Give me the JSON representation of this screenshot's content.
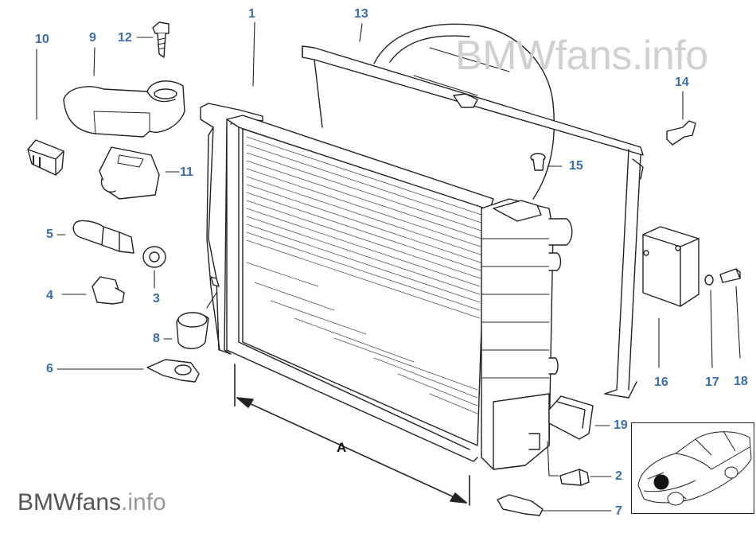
{
  "watermark_top": "BMWfans.info",
  "watermark_bottom": {
    "prefix": "BMWfans",
    "suffix": ".info"
  },
  "dimension_label": "A",
  "callouts": {
    "c1": "1",
    "c2": "2",
    "c3": "3",
    "c4": "4",
    "c5": "5",
    "c6": "6",
    "c7": "7",
    "c8": "8",
    "c9": "9",
    "c10": "10",
    "c11": "11",
    "c12": "12",
    "c13": "13",
    "c14": "14",
    "c15": "15",
    "c16": "16",
    "c17": "17",
    "c18": "18",
    "c19": "19"
  },
  "colors": {
    "callout": "#3a6ea8",
    "line": "#222222",
    "watermark": "#d0d0d0"
  }
}
